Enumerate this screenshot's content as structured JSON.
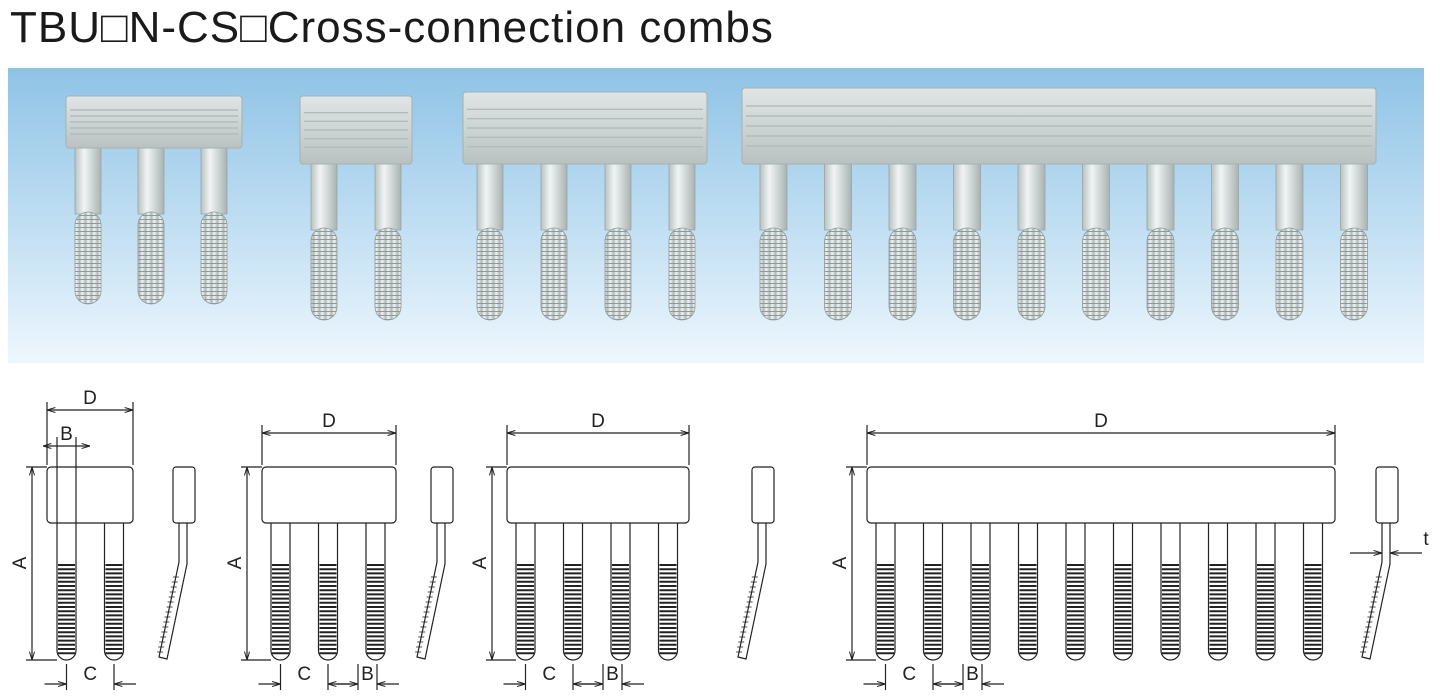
{
  "title": "TBU□N-CS□Cross-connection combs",
  "photo": {
    "combs": [
      {
        "pins": 3
      },
      {
        "pins": 2
      },
      {
        "pins": 4
      },
      {
        "pins": 10
      }
    ]
  },
  "drawings": {
    "combs": [
      {
        "pins": 2,
        "labels": {
          "D": "D",
          "B": "B",
          "A": "A",
          "C": "C"
        }
      },
      {
        "pins": 3,
        "labels": {
          "D": "D",
          "A": "A",
          "C": "C",
          "B": "B"
        }
      },
      {
        "pins": 4,
        "labels": {
          "D": "D",
          "A": "A",
          "C": "C",
          "B": "B"
        }
      },
      {
        "pins": 10,
        "labels": {
          "D": "D",
          "A": "A",
          "C": "C",
          "B": "B",
          "t": "t"
        }
      }
    ]
  },
  "colors": {
    "background": "#ffffff",
    "photo_sky_top": "#8fc3e6",
    "photo_sky_bottom": "#eef7fd",
    "comb_bar": "#d0d7d6",
    "pin": "#e1e7e7",
    "line": "#222222"
  }
}
